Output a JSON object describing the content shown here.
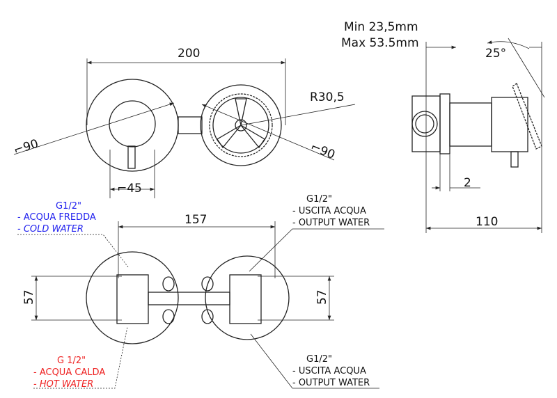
{
  "front_view": {
    "width_dim": "200",
    "dia_outer_left": "⌐90",
    "dia_outer_right": "⌐90",
    "dia_handle": "⌐45",
    "radius": "R30,5"
  },
  "side_view": {
    "min_depth": "Min 23,5mm",
    "max_depth": "Max 53.5mm",
    "angle": "25°",
    "gap": "2",
    "depth_dim": "110"
  },
  "bottom_view": {
    "spacing_dim": "157",
    "height_left": "57",
    "height_right": "57"
  },
  "labels": {
    "cold": {
      "thread": "G1/2\"",
      "it": "- ACQUA FREDDA",
      "en": "- COLD WATER",
      "color": "#2222ee"
    },
    "hot": {
      "thread": "G 1/2\"",
      "it": "- ACQUA CALDA",
      "en": "- HOT WATER",
      "color": "#ee2222"
    },
    "out_top": {
      "thread": "G1/2\"",
      "it": "- USCITA ACQUA",
      "en": "- OUTPUT WATER"
    },
    "out_bottom": {
      "thread": "G1/2\"",
      "it": "- USCITA ACQUA",
      "en": "- OUTPUT WATER"
    }
  }
}
